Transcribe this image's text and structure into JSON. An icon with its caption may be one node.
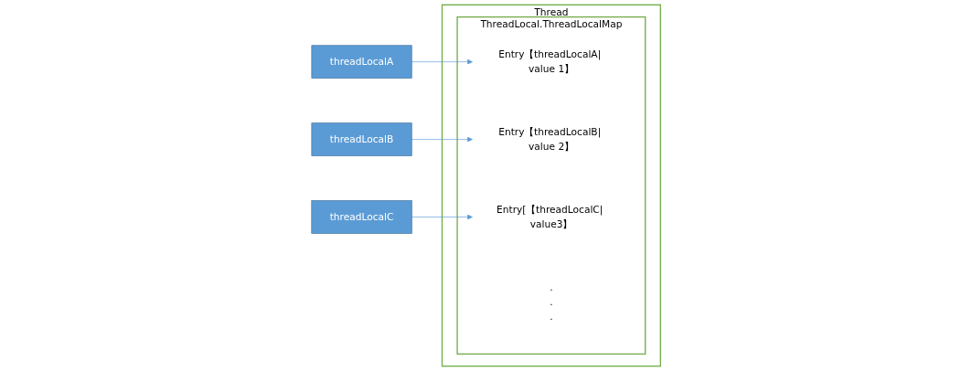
{
  "diagram": {
    "nodes": [
      {
        "text": [
          "Thread"
        ]
      },
      {
        "text": [
          "ThreadLocal.ThreadLocalMap"
        ],
        "in": 0
      },
      {
        "text": [
          "Entry【threadLocalA| value 1】"
        ],
        "in": 1
      },
      {
        "text": [
          "Entry【threadLocalB| value 2】"
        ],
        "in": 1
      },
      {
        "text": [
          "Entry[【threadLocalC| value3】"
        ],
        "in": 1
      },
      {
        "text": [
          ".",
          ".",
          "."
        ],
        "in": 1
      },
      {
        "text": [
          "threadLocalA"
        ]
      },
      {
        "text": [
          "threadLocalB"
        ]
      },
      {
        "text": [
          "threadLocalC"
        ]
      }
    ],
    "edges": [
      {
        "from": 6,
        "to": 2,
        "arrow": "to"
      },
      {
        "from": 7,
        "to": 3,
        "arrow": "to"
      },
      {
        "from": 8,
        "to": 4,
        "arrow": "to"
      }
    ]
  }
}
